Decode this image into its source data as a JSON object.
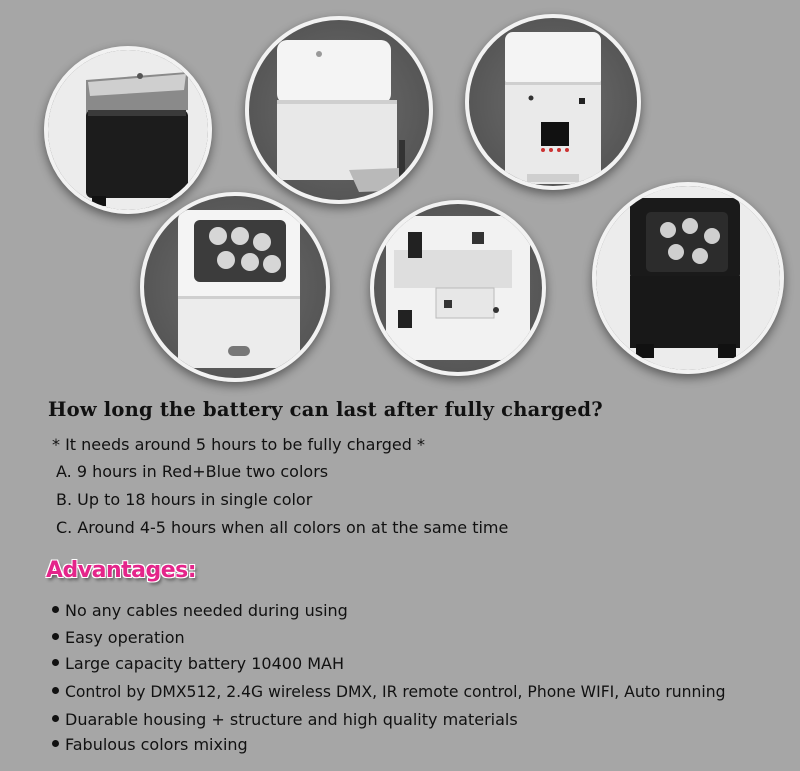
{
  "battery": {
    "question": "How long the battery can last after fully charged?",
    "note": "* It needs around 5 hours to be fully charged *",
    "options": [
      "A.  9 hours in Red+Blue two colors",
      "B. Up to 18 hours in single color",
      "C. Around 4-5 hours when all colors on at the same time"
    ]
  },
  "advantages": {
    "title": "Advantages:",
    "items": [
      "No any cables needed during using",
      "Easy operation",
      "Large capacity battery 10400 MAH",
      "Control by DMX512, 2.4G wireless DMX, IR remote control, Phone WIFI, Auto running",
      "Duarable housing + structure and high quality materials",
      "Fabulous colors mixing"
    ]
  },
  "photos": [
    {
      "name": "black-fixture-side-photo"
    },
    {
      "name": "white-fixture-side-photo"
    },
    {
      "name": "white-fixture-back-panel-photo"
    },
    {
      "name": "white-fixture-leds-photo"
    },
    {
      "name": "battery-compartment-photo"
    },
    {
      "name": "black-fixture-leds-photo"
    }
  ]
}
